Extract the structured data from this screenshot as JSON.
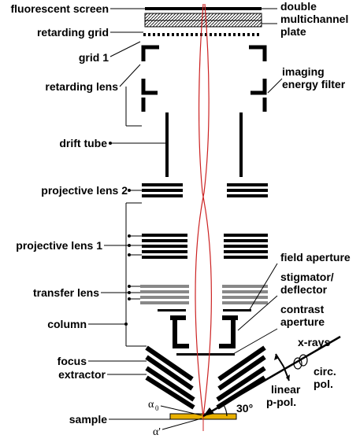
{
  "labels_left": {
    "fluorescent_screen": "fluorescent screen",
    "retarding_grid": "retarding grid",
    "grid_1": "grid 1",
    "retarding_lens": "retarding lens",
    "drift_tube": "drift tube",
    "projective_lens_2": "projective lens 2",
    "projective_lens_1": "projective lens 1",
    "transfer_lens": "transfer lens",
    "column": "column",
    "focus": "focus",
    "extractor": "extractor",
    "sample": "sample"
  },
  "labels_right": {
    "double_mcp_line1": "double",
    "double_mcp_line2": "multichannel",
    "double_mcp_line3": "plate",
    "imaging_filter_line1": "imaging",
    "imaging_filter_line2": "energy filter",
    "field_aperture": "field aperture",
    "stigmator_line1": "stigmator/",
    "stigmator_line2": "deflector",
    "contrast_line1": "contrast",
    "contrast_line2": "aperture",
    "xrays": "x-rays",
    "circ_line1": "circ.",
    "circ_line2": "pol.",
    "linear_line1": "linear",
    "linear_line2": "p-pol."
  },
  "angles": {
    "alpha0_symbol": "α",
    "alpha0_sub": "0",
    "alpha_prime": "α'",
    "incidence": "30°"
  },
  "colors": {
    "ink": "#000000",
    "beam": "#cc2222",
    "transfer_lens": "#888888",
    "sample": "#e8b000"
  }
}
